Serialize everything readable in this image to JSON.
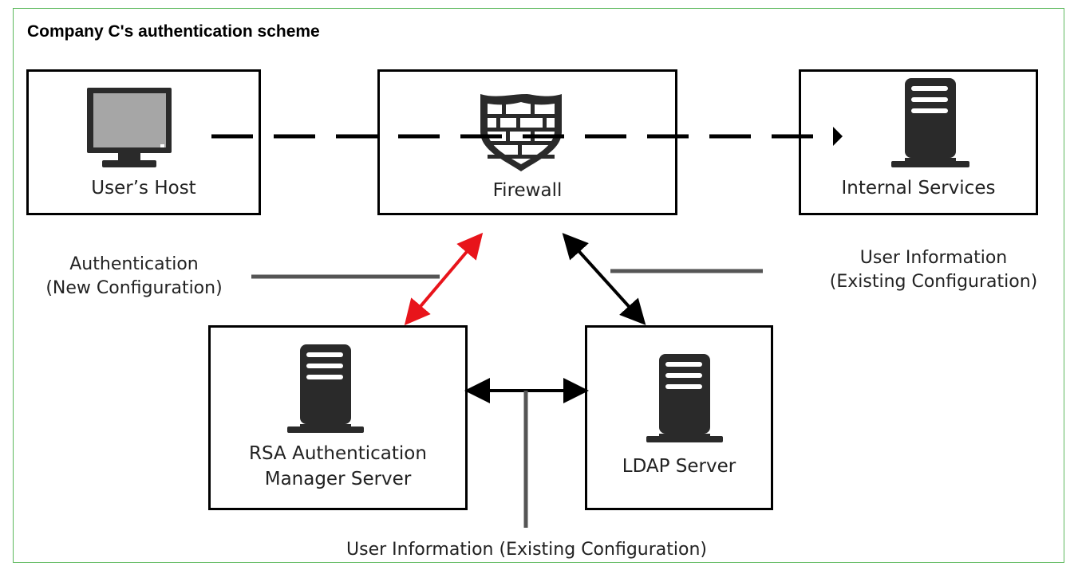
{
  "title": "Company C's authentication scheme",
  "nodes": {
    "users_host": "User’s Host",
    "firewall": "Firewall",
    "internal_services": "Internal Services",
    "rsa_line1": "RSA Authentication",
    "rsa_line2": "Manager Server",
    "ldap": "LDAP Server"
  },
  "notes": {
    "auth_line1": "Authentication",
    "auth_line2": "(New Configuration)",
    "userinfo_right_line1": "User Information",
    "userinfo_right_line2": "(Existing Configuration)",
    "userinfo_bottom": "User Information (Existing Configuration)"
  },
  "colors": {
    "frame_border": "#5cb85c",
    "auth_arrow": "#e8141b",
    "connector": "#000000",
    "callout_line": "#555555",
    "icon_fill": "#2a2a2a",
    "monitor_screen": "#a6a6a6"
  },
  "icons": {
    "users_host": "monitor-icon",
    "firewall": "firewall-shield-icon",
    "internal_services": "server-icon",
    "rsa": "server-icon",
    "ldap": "server-icon"
  }
}
